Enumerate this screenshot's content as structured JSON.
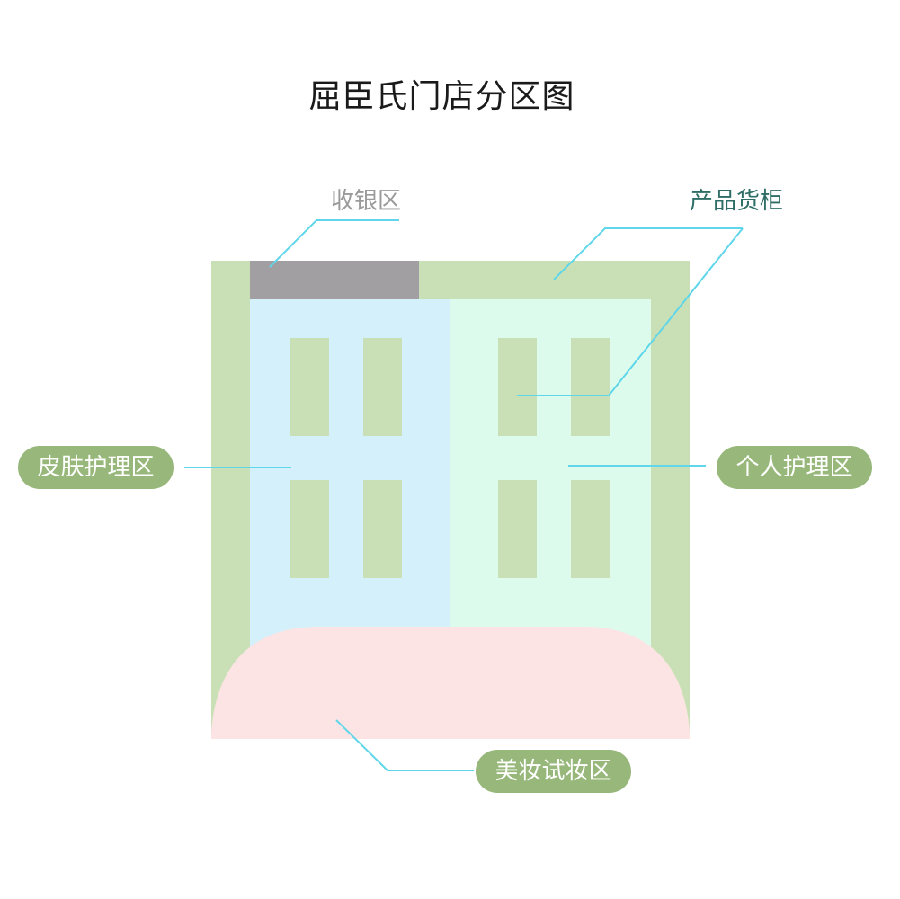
{
  "title": "屈臣氏门店分区图",
  "colors": {
    "outer_border": "#c9e0b7",
    "cashier": "#a19fa2",
    "skin_care_zone": "#d3f0fb",
    "personal_care_zone": "#ddfbed",
    "shelf": "#c9e0b7",
    "makeup_zone": "#fde4e4",
    "leader_line": "#5fd6e9",
    "pill_bg": "#97b87a",
    "cashier_label_text": "#9a9a9a",
    "shelf_label_text": "#2f6e66"
  },
  "labels": {
    "cashier": "收银区",
    "shelves": "产品货柜",
    "skin_care": "皮肤护理区",
    "personal_care": "个人护理区",
    "makeup": "美妆试妆区"
  }
}
